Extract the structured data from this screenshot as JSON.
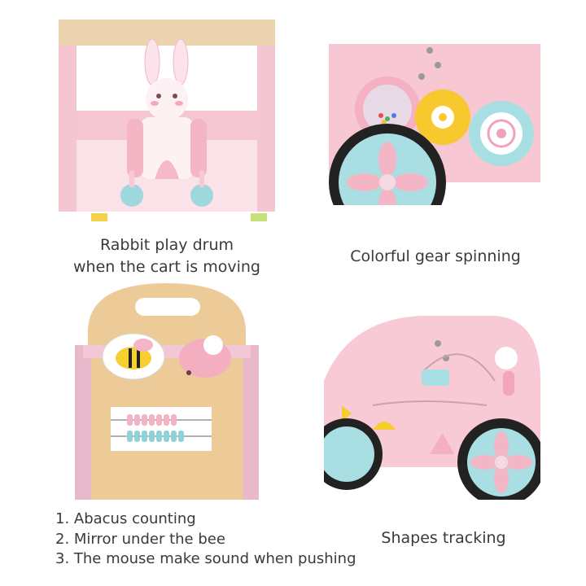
{
  "panels": [
    {
      "caption_lines": [
        "Rabbit play drum",
        "when the cart is moving"
      ]
    },
    {
      "caption_lines": [
        "Colorful gear spinning"
      ]
    },
    {
      "caption_lines": [
        "1. Abacus counting",
        "2.  Mirror under the bee",
        "3. The mouse make sound when pushing"
      ]
    },
    {
      "caption_lines": [
        "Shapes tracking"
      ]
    }
  ],
  "colors": {
    "pink": "#f6c9d4",
    "light_pink": "#fbe3ea",
    "mint": "#a8dde0",
    "wood": "#e8c99a",
    "yellow": "#f7d23a"
  }
}
